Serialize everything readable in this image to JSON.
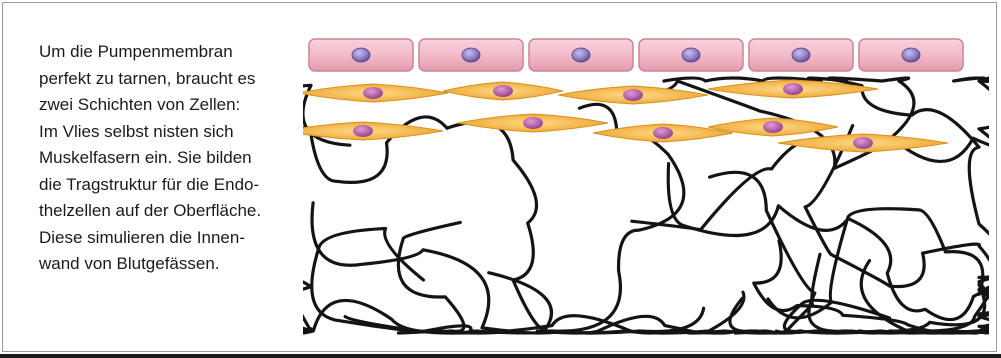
{
  "caption": {
    "lines": [
      "Um die Pumpenmembran",
      "perfekt zu tarnen, braucht es",
      "zwei Schichten von Zellen:",
      "Im Vlies selbst nisten sich",
      "Muskelfasern ein. Sie bilden",
      "die Tragstruktur für die Endo-",
      "thelzellen auf der Oberfläche.",
      "Diese simulieren die Innen-",
      "wand von Blutgefässen."
    ]
  },
  "illustration": {
    "endothelial_cell_count": 6,
    "muscle_fiber_count": 9,
    "colors": {
      "endothelial_cell": "#f2b8c6",
      "endothelial_border": "#c98596",
      "nucleus": "#8e7fc0",
      "muscle_fiber": "#f0b43a",
      "muscle_nucleus": "#b25aa8",
      "fleece_strand": "#141414"
    }
  }
}
